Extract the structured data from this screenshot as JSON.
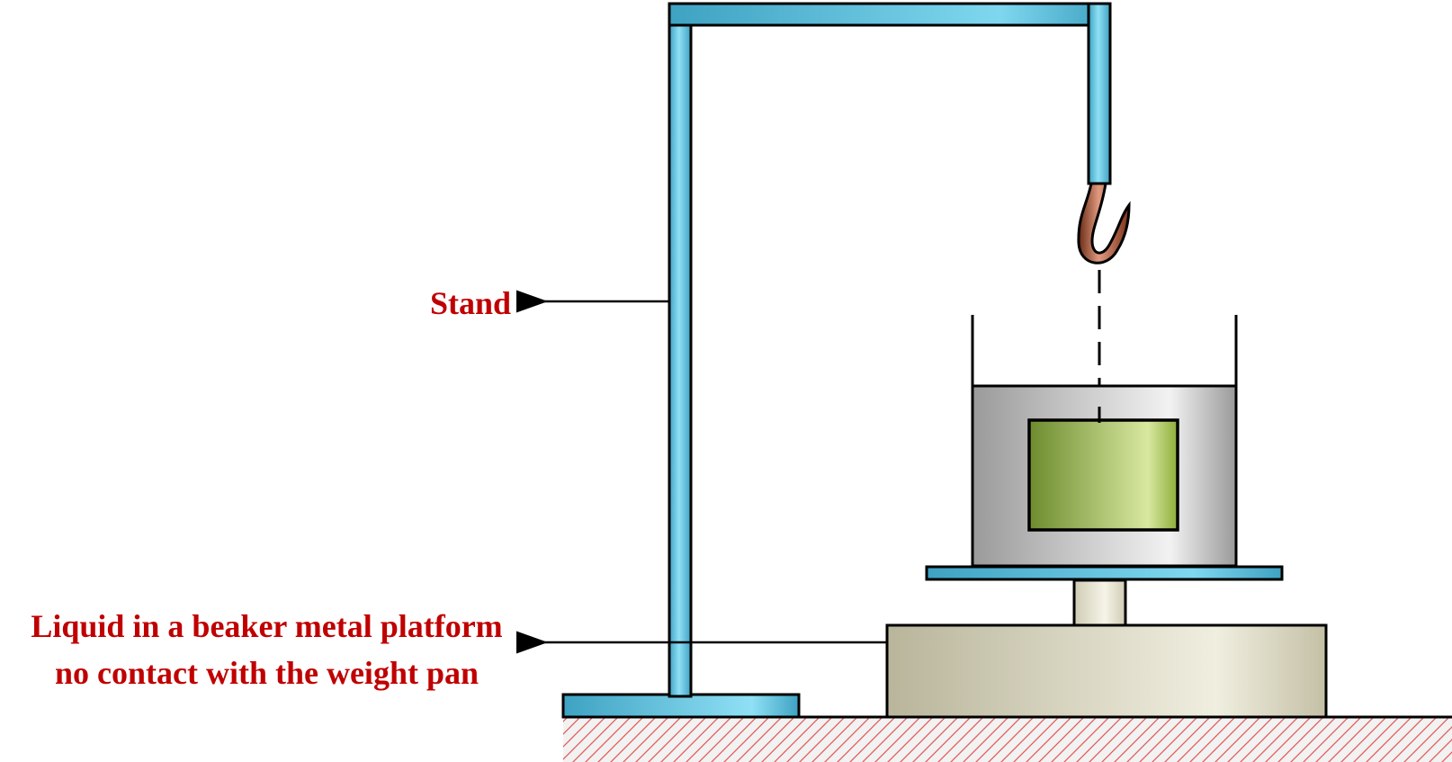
{
  "labels": {
    "stand": "Stand",
    "beaker_line1": "Liquid in a beaker metal platform",
    "beaker_line2": "no contact with the weight pan"
  },
  "colors": {
    "label_text": "#c00000",
    "stand_metal": "#4fb3d0",
    "hook": "#8b3a1f",
    "beaker": "#bdbdbd",
    "weight": "#a3c040",
    "base": "#d8d4c0",
    "ground_hatch": "#e05050"
  },
  "components": [
    "stand",
    "hook",
    "suspension-string",
    "beaker",
    "liquid",
    "immersed-weight",
    "metal-platform",
    "platform-post",
    "weighing-balance-base",
    "ground"
  ]
}
